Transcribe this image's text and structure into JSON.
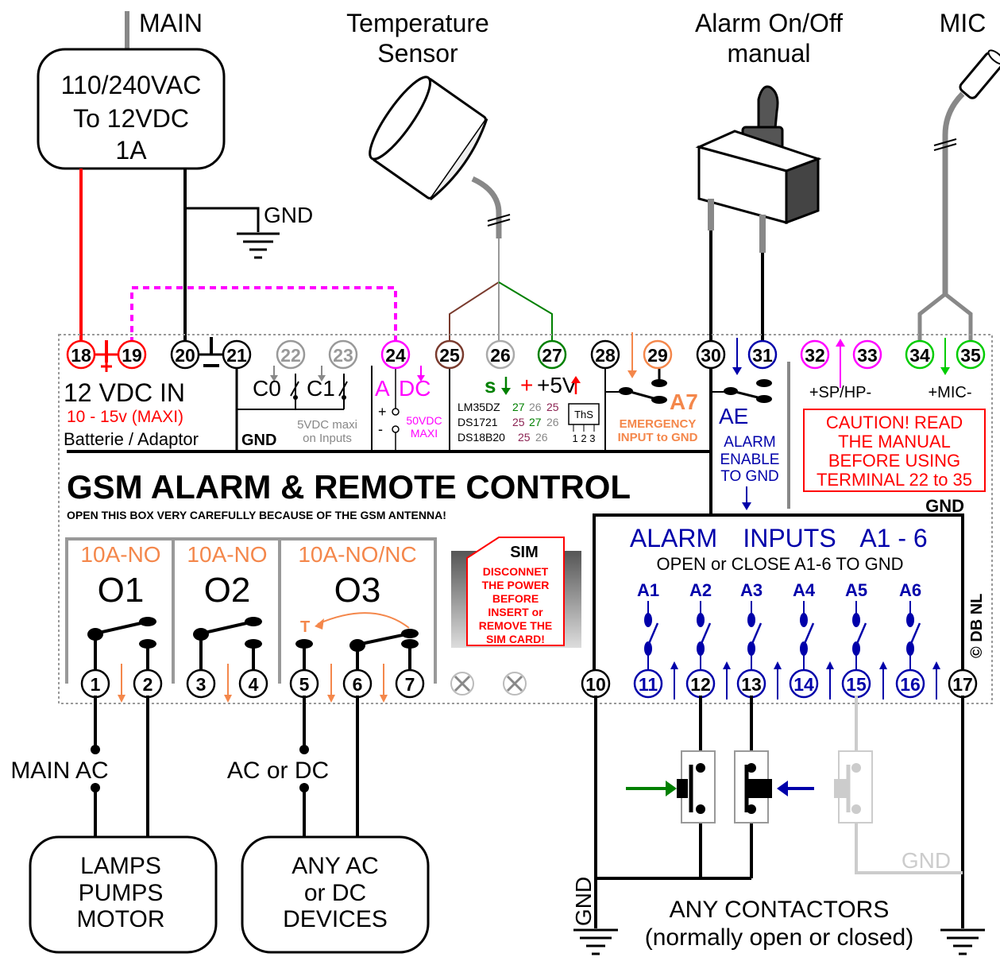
{
  "colors": {
    "black": "#000000",
    "red": "#ff0000",
    "magenta": "#ff00ff",
    "orange": "#f4874b",
    "blue": "#0000aa",
    "green": "#008000",
    "brightgreen": "#00cc00",
    "gray": "#888888",
    "lightgray": "#cccccc",
    "brown": "#7a3b2e",
    "purple": "#8b2252"
  },
  "top_labels": {
    "main": "MAIN",
    "temp_line1": "Temperature",
    "temp_line2": "Sensor",
    "alarm_line1": "Alarm On/Off",
    "alarm_line2": "manual",
    "mic": "MIC"
  },
  "psu": {
    "line1": "110/240VAC",
    "line2": "To 12VDC",
    "line3": "1A"
  },
  "gnd": "GND",
  "terminals_top": [
    "18",
    "19",
    "20",
    "21",
    "22",
    "23",
    "24",
    "25",
    "26",
    "27",
    "28",
    "29",
    "30",
    "31",
    "32",
    "33",
    "34",
    "35"
  ],
  "terminals_bottom": [
    "1",
    "2",
    "3",
    "4",
    "5",
    "6",
    "7",
    "10",
    "11",
    "12",
    "13",
    "14",
    "15",
    "16",
    "17"
  ],
  "power_in": {
    "title": "12 VDC IN",
    "range": "10 - 15v (MAXI)",
    "sub": "Batterie / Adaptor",
    "gnd": "GND"
  },
  "inputs_c": {
    "c0": "C0",
    "c1": "C1",
    "note_line1": "5VDC maxi",
    "note_line2": "on Inputs"
  },
  "adc": {
    "a": "A",
    "dc": "DC",
    "plus": "+",
    "minus": "-",
    "max_line1": "50VDC",
    "max_line2": "MAXI"
  },
  "sensor_block": {
    "s": "s",
    "plus5v": "+5V",
    "row1_name": "LM35DZ",
    "row1_pins": [
      "27",
      "26",
      "25"
    ],
    "row2_name": "DS1721",
    "row2_pins": [
      "25",
      "27",
      "26"
    ],
    "row3_name": "DS18B20",
    "row3_pins": [
      "25",
      "26"
    ],
    "ths": "ThS",
    "ths_pins": "1 2 3"
  },
  "emergency": {
    "label": "A7",
    "line1": "EMERGENCY",
    "line2": "INPUT to GND"
  },
  "alarm_enable": {
    "ae": "AE",
    "line1": "ALARM",
    "line2": "ENABLE",
    "line3": "TO GND"
  },
  "sp": "+SP/HP-",
  "mic_term": "+MIC-",
  "caution": [
    "CAUTION! READ",
    "THE MANUAL",
    "BEFORE USING",
    "TERMINAL 22 to 35"
  ],
  "gnd_right": "GND",
  "main_title": "GSM ALARM & REMOTE CONTROL",
  "warning": "OPEN THIS BOX VERY CAREFULLY BECAUSE OF THE GSM ANTENNA!",
  "outputs": [
    {
      "rating": "10A-NO",
      "name": "O1"
    },
    {
      "rating": "10A-NO",
      "name": "O2"
    },
    {
      "rating": "10A-NO/NC",
      "name": "O3"
    }
  ],
  "t_label": "T",
  "sim": {
    "title": "SIM",
    "lines": [
      "DISCONNET",
      "THE POWER",
      "BEFORE",
      "INSERT or",
      "REMOVE THE",
      "SIM CARD!"
    ]
  },
  "alarm_inputs": {
    "title_left": "ALARM",
    "title_mid": "INPUTS",
    "title_right": "A1 - 6",
    "sub": "OPEN or CLOSE A1-6 TO GND",
    "labels": [
      "A1",
      "A2",
      "A3",
      "A4",
      "A5",
      "A6"
    ]
  },
  "copyright": "© DB NL",
  "bottom": {
    "main_ac": "MAIN AC",
    "ac_dc": "AC or DC",
    "load1": [
      "LAMPS",
      "PUMPS",
      "MOTOR"
    ],
    "load2": [
      "ANY AC",
      "or DC",
      "DEVICES"
    ],
    "contactors_line1": "ANY CONTACTORS",
    "contactors_line2": "(normally open or closed)",
    "gnd_left": "GND",
    "gnd_gray": "GND"
  }
}
